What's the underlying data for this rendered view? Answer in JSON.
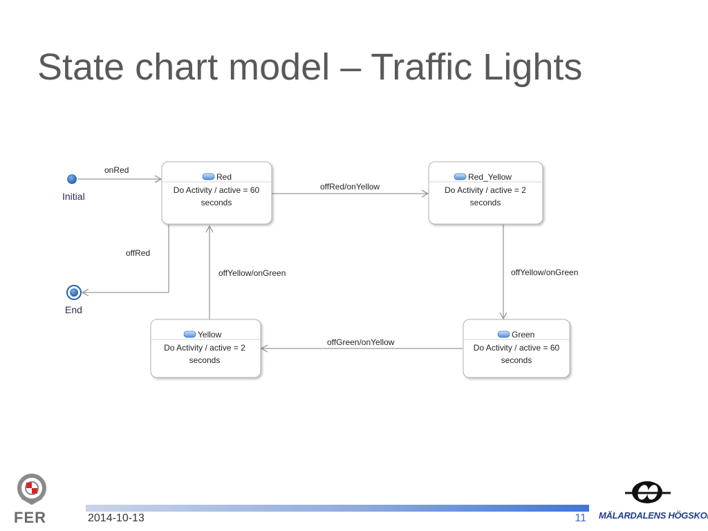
{
  "slide": {
    "title": "State chart model – Traffic Lights",
    "date": "2014-10-13",
    "page_number": "11"
  },
  "diagram": {
    "initial_label": "Initial",
    "end_label": "End",
    "states": {
      "red": {
        "name": "Red",
        "line1": "Do Activity / active  = 60",
        "line2": "seconds"
      },
      "red_yellow": {
        "name": "Red_Yellow",
        "line1": "Do Activity / active = 2",
        "line2": "seconds"
      },
      "green": {
        "name": "Green",
        "line1": "Do Activity / active = 60",
        "line2": "seconds"
      },
      "yellow": {
        "name": "Yellow",
        "line1": "Do Activity / active = 2",
        "line2": "seconds"
      }
    },
    "transitions": {
      "initial_to_red": "onRed",
      "red_to_end": "offRed",
      "red_to_red_yellow": "offRed/onYellow",
      "red_yellow_to_green": "offYellow/onGreen",
      "green_to_yellow": "offGreen/onYellow",
      "yellow_to_red": "offYellow/onGreen"
    }
  },
  "logos": {
    "left_text": "FER",
    "right_text": "MÄLARDALENS HÖGSKOLA"
  },
  "colors": {
    "title": "#595959",
    "state_border": "#b0b0b0",
    "arrow": "#999999",
    "node_blue": "#1f5fae",
    "footer_accent": "#3f77d6"
  }
}
